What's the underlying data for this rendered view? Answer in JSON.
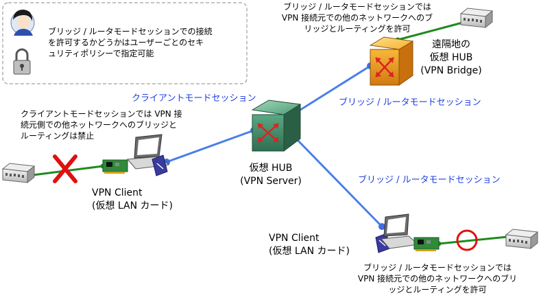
{
  "note_box": {
    "text_line1": "ブリッジ / ルータモードセッションでの接続",
    "text_line2": "を許可するかどうかはユーザーごとのセキ",
    "text_line3": "ュリティポリシーで指定可能",
    "icons": [
      "user-icon",
      "lock-icon"
    ]
  },
  "labels": {
    "client_session_top": "クライアントモードセッション",
    "bridge_session_top": "ブリッジ / ルータモードセッション",
    "bridge_session_bottom": "ブリッジ / ルータモードセッション"
  },
  "hub": {
    "line1": "仮想 HUB",
    "line2": "(VPN Server)"
  },
  "remote_hub": {
    "line1": "遠隔地の",
    "line2": "仮想 HUB",
    "line3": "(VPN Bridge)"
  },
  "client_left": {
    "line1": "VPN Client",
    "line2": "(仮想 LAN カード)"
  },
  "client_bottom": {
    "line1": "VPN Client",
    "line2": "(仮想 LAN カード)"
  },
  "notes": {
    "top_right_line1": "ブリッジ / ルータモードセッションでは",
    "top_right_line2": "VPN 接続元での他のネットワークへのブ",
    "top_right_line3": "リッジとルーティングを許可",
    "left_line1": "クライアントモードセッションでは VPN 接",
    "left_line2": "続元側での他ネットワークへのブリッジと",
    "left_line3": "ルーティングは禁止",
    "bottom_right_line1": "ブリッジ / ルータモードセッションでは",
    "bottom_right_line2": "VPN 接続元での他のネットワークへのブリ",
    "bottom_right_line3": "ッジとルーティングを許可"
  },
  "markers": {
    "denied": "red-x",
    "allowed": "red-circle"
  },
  "colors": {
    "vpn_link": "#4a7fe6",
    "lan_link": "#1f8a1f",
    "label_blue": "#1f3fe0",
    "hub_green": "#3f8f6a",
    "remote_hub_orange": "#f0a020",
    "deny_red": "#e01010"
  }
}
